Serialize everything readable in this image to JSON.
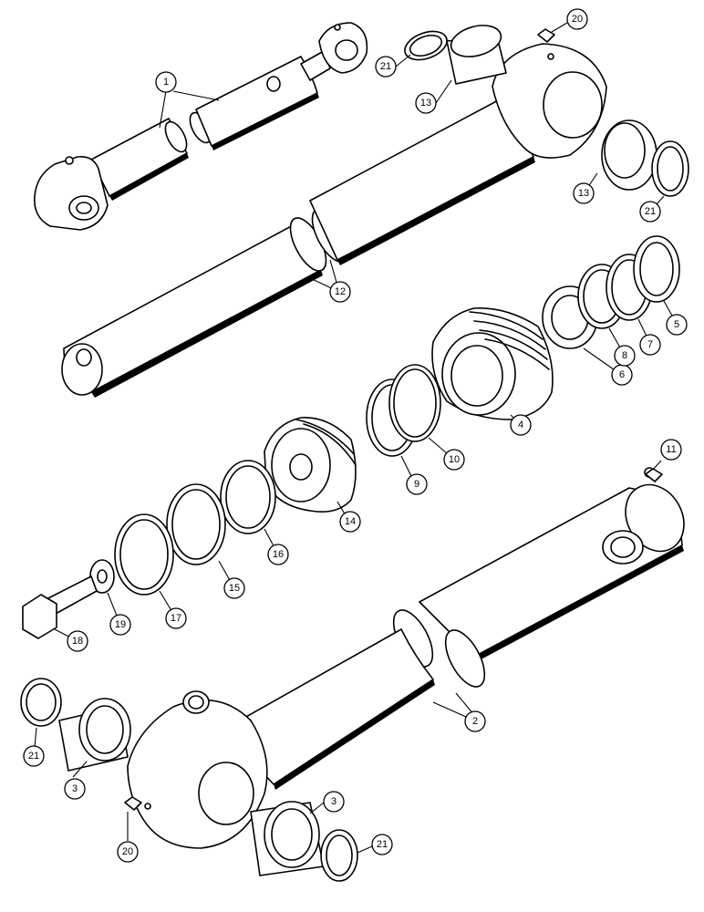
{
  "callouts": [
    {
      "id": "c1",
      "label": "1"
    },
    {
      "id": "c2",
      "label": "2"
    },
    {
      "id": "c3a",
      "label": "3"
    },
    {
      "id": "c3b",
      "label": "3"
    },
    {
      "id": "c4",
      "label": "4"
    },
    {
      "id": "c5",
      "label": "5"
    },
    {
      "id": "c6",
      "label": "6"
    },
    {
      "id": "c7",
      "label": "7"
    },
    {
      "id": "c8",
      "label": "8"
    },
    {
      "id": "c9",
      "label": "9"
    },
    {
      "id": "c10",
      "label": "10"
    },
    {
      "id": "c11",
      "label": "11"
    },
    {
      "id": "c12",
      "label": "12"
    },
    {
      "id": "c13a",
      "label": "13"
    },
    {
      "id": "c13b",
      "label": "13"
    },
    {
      "id": "c14",
      "label": "14"
    },
    {
      "id": "c15",
      "label": "15"
    },
    {
      "id": "c16",
      "label": "16"
    },
    {
      "id": "c17",
      "label": "17"
    },
    {
      "id": "c18",
      "label": "18"
    },
    {
      "id": "c19",
      "label": "19"
    },
    {
      "id": "c20a",
      "label": "20"
    },
    {
      "id": "c20b",
      "label": "20"
    },
    {
      "id": "c21a",
      "label": "21"
    },
    {
      "id": "c21b",
      "label": "21"
    },
    {
      "id": "c21c",
      "label": "21"
    },
    {
      "id": "c21d",
      "label": "21"
    }
  ]
}
